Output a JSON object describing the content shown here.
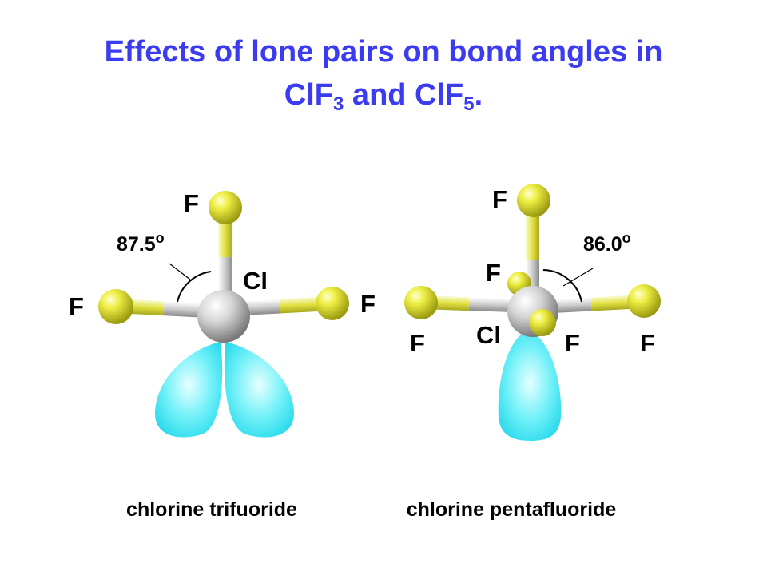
{
  "title": {
    "line1": "Effects of lone pairs on bond angles in",
    "l2_a": "ClF",
    "l2_sub1": "3",
    "l2_b": " and ClF",
    "l2_sub2": "5",
    "l2_c": "."
  },
  "clf3": {
    "angle": "87.5",
    "degree_symbol": "o",
    "label_top": "F",
    "label_left": "F",
    "label_right": "F",
    "label_center": "Cl",
    "caption": "chlorine trifuoride"
  },
  "clf5": {
    "angle": "86.0",
    "degree_symbol": "o",
    "label_top": "F",
    "label_upper_mid": "F",
    "label_left": "F",
    "label_center": "Cl",
    "label_front": "F",
    "label_right": "F",
    "caption": "chlorine pentafluoride"
  },
  "colors": {
    "title": "#3b3bf0",
    "fluorine": "#e8e83a",
    "chlorine": "#d6d6d6",
    "lone_pair": "#33e6f2"
  }
}
